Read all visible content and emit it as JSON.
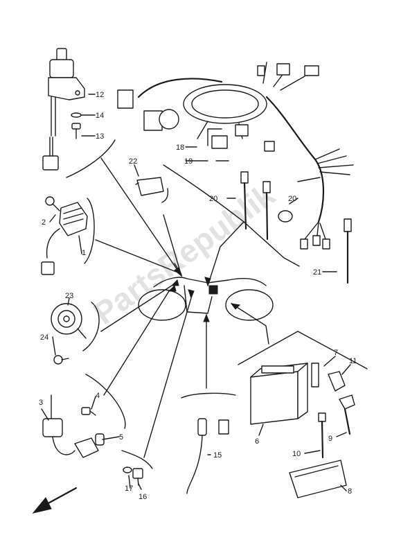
{
  "diagram": {
    "watermark": "PartsRepublik",
    "callouts": [
      {
        "id": "c1",
        "label": "1"
      },
      {
        "id": "c2",
        "label": "2"
      },
      {
        "id": "c3",
        "label": "3"
      },
      {
        "id": "c4",
        "label": "4"
      },
      {
        "id": "c5",
        "label": "5"
      },
      {
        "id": "c6",
        "label": "6"
      },
      {
        "id": "c7",
        "label": "7"
      },
      {
        "id": "c8",
        "label": "8"
      },
      {
        "id": "c9",
        "label": "9"
      },
      {
        "id": "c10",
        "label": "10"
      },
      {
        "id": "c11",
        "label": "11"
      },
      {
        "id": "c12",
        "label": "12"
      },
      {
        "id": "c13",
        "label": "13"
      },
      {
        "id": "c14",
        "label": "14"
      },
      {
        "id": "c15",
        "label": "15"
      },
      {
        "id": "c16",
        "label": "16"
      },
      {
        "id": "c17",
        "label": "17"
      },
      {
        "id": "c18",
        "label": "18"
      },
      {
        "id": "c19",
        "label": "19"
      },
      {
        "id": "c20a",
        "label": "20"
      },
      {
        "id": "c20b",
        "label": "20"
      },
      {
        "id": "c21",
        "label": "21"
      },
      {
        "id": "c22",
        "label": "22"
      },
      {
        "id": "c23",
        "label": "23"
      },
      {
        "id": "c24",
        "label": "24"
      }
    ]
  }
}
